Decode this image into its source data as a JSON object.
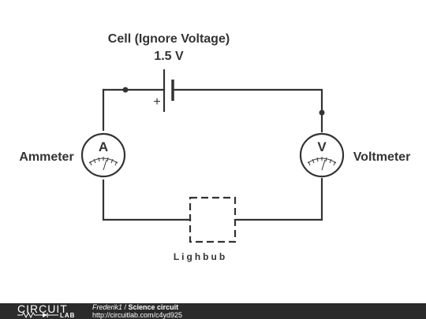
{
  "diagram": {
    "cell_label": "Cell (Ignore Voltage)",
    "cell_voltage": "1.5 V",
    "cell_polarity": "+",
    "ammeter_label": "Ammeter",
    "ammeter_symbol": "A",
    "voltmeter_label": "Voltmeter",
    "voltmeter_symbol": "V",
    "bulb_label": "Lighbub"
  },
  "footer": {
    "logo_top": "CIRCUIT",
    "logo_bottom": "LAB",
    "author": "Frederik1",
    "separator": " / ",
    "title": "Science circuit",
    "url": "http://circuitlab.com/c4yd925"
  },
  "colors": {
    "wire": "#333333",
    "footer_bg": "#2b2b2b",
    "text": "#333333"
  }
}
